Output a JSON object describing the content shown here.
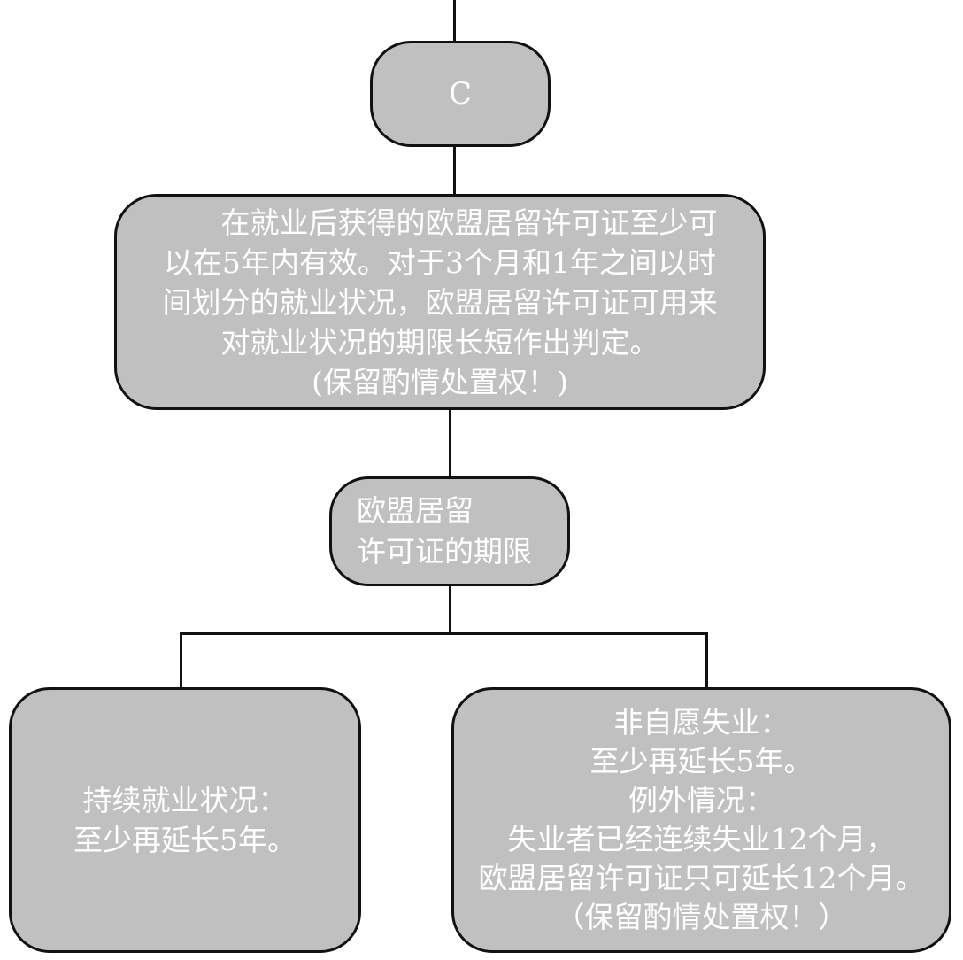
{
  "diagram": {
    "node_c": {
      "lines": [
        "C"
      ]
    },
    "node_main": {
      "lines": [
        "在就业后获得的欧盟居留许可证至少可",
        "以在5年内有效。对于3个月和1年之间以时",
        "间划分的就业状况，欧盟居留许可证可用来",
        "对就业状况的期限长短作出判定。",
        "(保留酌情处置权！)"
      ]
    },
    "node_duration": {
      "lines": [
        "欧盟居留",
        "许可证的期限"
      ]
    },
    "node_left": {
      "lines": [
        "持续就业状况：",
        "至少再延长5年。"
      ]
    },
    "node_right": {
      "lines": [
        "非自愿失业：",
        "至少再延长5年。",
        "例外情况：",
        "失业者已经连续失业12个月，",
        "欧盟居留许可证只可延长12个月。",
        "（保留酌情处置权！）"
      ]
    },
    "colors": {
      "node_fill": "#c0c0c0",
      "node_border": "#111111",
      "node_text": "#ffffff",
      "connector": "#111111"
    }
  }
}
